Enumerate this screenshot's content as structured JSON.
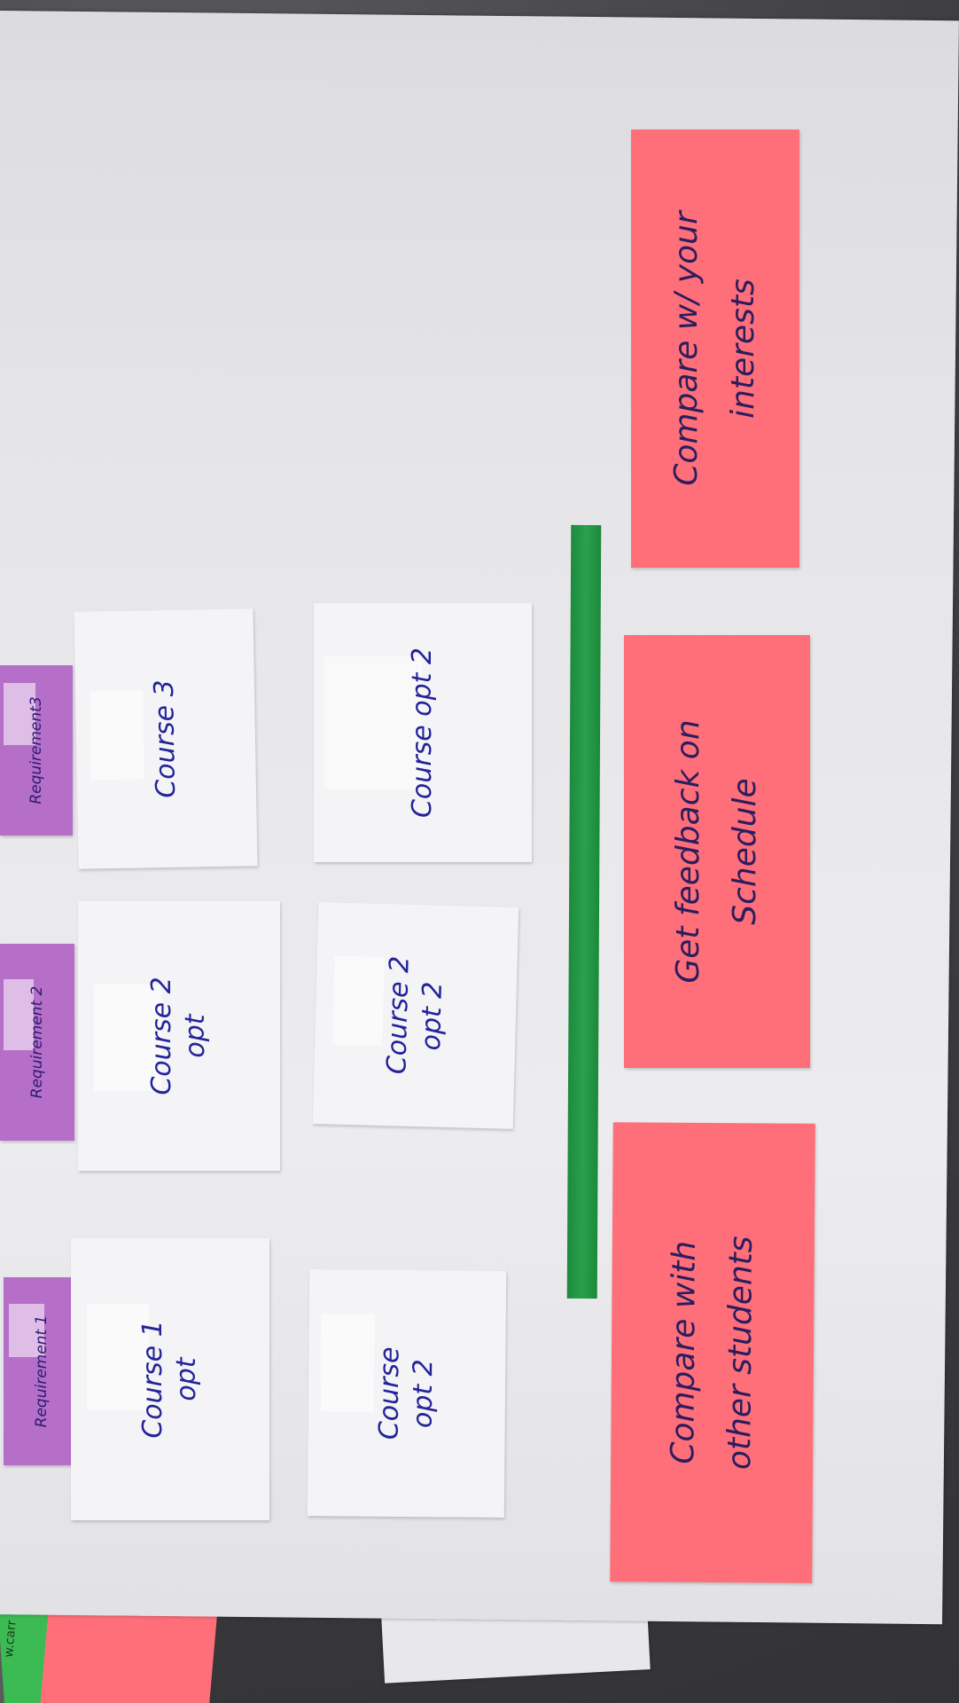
{
  "requirements": [
    {
      "label": "Requirement 1"
    },
    {
      "label": "Requirement 2"
    },
    {
      "label": "Requirement3"
    }
  ],
  "course_notes": [
    {
      "label": "Course 1 opt",
      "line1": "Course 1",
      "line2": "opt"
    },
    {
      "label": "Course opt 2",
      "line1": "Course",
      "line2": "opt 2"
    },
    {
      "label": "Course 2 opt",
      "line1": "Course 2",
      "line2": "opt"
    },
    {
      "label": "Course 2 opt 2",
      "line1": "Course 2",
      "line2": "opt 2"
    },
    {
      "label": "Course 3",
      "line1": "Course 3",
      "line2": ""
    },
    {
      "label": "Course opt 2",
      "line1": "Course opt 2",
      "line2": ""
    }
  ],
  "action_notes": [
    {
      "line1": "Compare with",
      "line2": "other students"
    },
    {
      "line1": "Get feedback on",
      "line2": "Schedule"
    },
    {
      "line1": "Compare w/ your",
      "line2": "interests"
    }
  ],
  "scrap_text": "w.carr",
  "colors": {
    "pink_note": "#ff6f79",
    "purple_note": "#b56fc9",
    "green_strip": "#2aa04c",
    "ink": "#23239a",
    "paper": "#eaeaed"
  }
}
